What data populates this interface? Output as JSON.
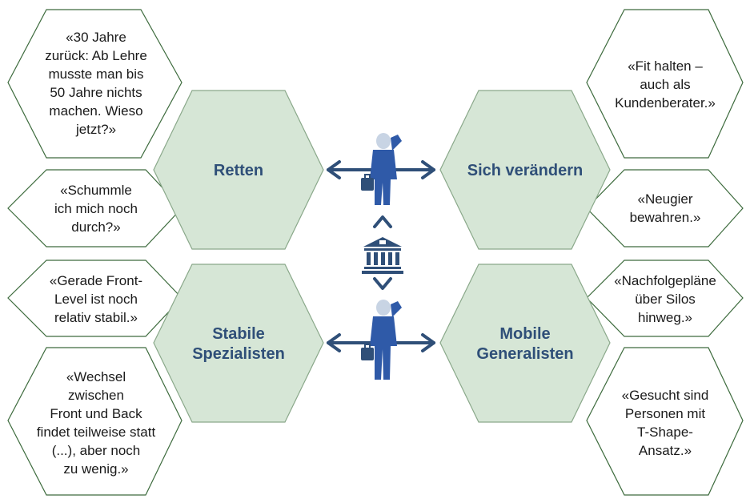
{
  "quotes": {
    "q1": "«30 Jahre\nzurück: Ab Lehre\nmusste man bis\n50 Jahre nichts\nmachen. Wieso\njetzt?»",
    "q2": "«Schummle\nich mich noch\ndurch?»",
    "q3": "«Gerade Front-\nLevel ist noch\nrelativ stabil.»",
    "q4": "«Wechsel\nzwischen\nFront und Back\nfindet teilweise statt\n(...), aber noch\nzu wenig.»",
    "q5": "«Fit halten –\nauch als\nKundenberater.»",
    "q6": "«Neugier\nbewahren.»",
    "q7": "«Nachfolgepläne\nüber Silos\nhinweg.»",
    "q8": "«Gesucht sind\nPersonen mit\nT-Shape-\nAnsatz.»"
  },
  "categories": {
    "retten": "Retten",
    "sich_veraendern": "Sich verändern",
    "stabile_spezialisten": "Stabile\nSpezialisten",
    "mobile_generalisten": "Mobile\nGeneralisten"
  },
  "colors": {
    "hex_fill": "#d6e6d6",
    "hex_stroke": "#8aa88a",
    "outline_stroke": "#3d6b3d",
    "arrow": "#2f4f78",
    "title_text": "#2f4f78",
    "figure": "#2f5aa8"
  },
  "icons": {
    "bank": "bank-icon",
    "person": "businessman-icon"
  }
}
